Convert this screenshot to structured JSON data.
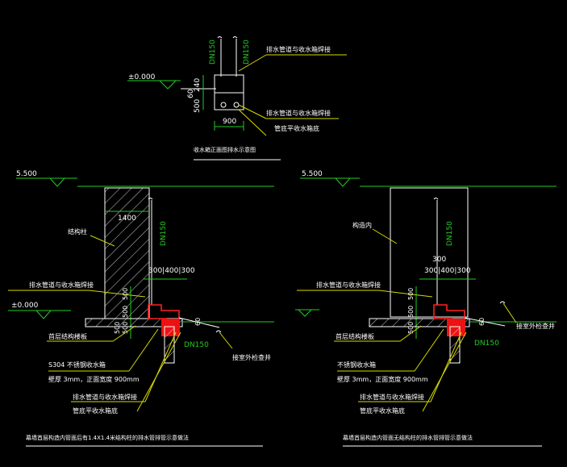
{
  "top_detail": {
    "level": "±0.000",
    "dim_dn_left": "DN150",
    "dim_dn_right": "DN150",
    "dim_240": "240",
    "dim_60": "60",
    "dim_500": "500",
    "dim_900": "900",
    "label_weld_top": "排水管道与收水箱焊接",
    "label_weld_bottom": "排水管道与收水箱焊接",
    "label_flush": "管底平收水箱底",
    "caption": "收水箱正面图排水示意图"
  },
  "left_detail": {
    "level_top": "5.500",
    "level_base": "±0.000",
    "dim_1400": "1400",
    "label_column": "结构柱",
    "dim_dn_vertical": "DN150",
    "dims_300_400_300": "300|400|300",
    "label_weld_upper": "排水管道与收水箱焊接",
    "dim_500a": "500",
    "dim_500b": "500",
    "dim_500c": "500",
    "dim_500d": "500",
    "dim_60": "60",
    "label_floor": "首层结构楼板",
    "label_box1": "S304 不锈钢收水箱",
    "label_box2": "壁厚 3mm，正面宽度 900mm",
    "dim_dn_horizontal": "DN150",
    "label_outlet": "接室外检查井",
    "label_weld_lower": "排水管道与收水箱焊接",
    "label_flush": "管底平收水箱底",
    "caption": "幕墙首层构造内管面后有1.4X1.4米结构柱的排水管排管示意做法"
  },
  "right_detail": {
    "level_top": "5.500",
    "label_column": "构造内",
    "dim_dn_vertical": "DN150",
    "dim_300_top": "300",
    "dims_300_400_300": "300|400|300",
    "label_weld_upper": "排水管道与收水箱焊接",
    "dim_500a": "500",
    "dim_500b": "500",
    "dim_500c": "500",
    "dim_60": "60",
    "label_floor": "首层结构楼板",
    "label_box1": "不锈钢收水箱",
    "label_box2": "壁厚 3mm，正面宽度 900mm",
    "dim_dn_horizontal": "DN150",
    "label_outlet": "接室外检查井",
    "label_weld_lower": "排水管道与收水箱焊接",
    "label_flush": "管底平收水箱底",
    "caption": "幕墙首层构造内管面无结构柱的排水管排管示意做法"
  }
}
